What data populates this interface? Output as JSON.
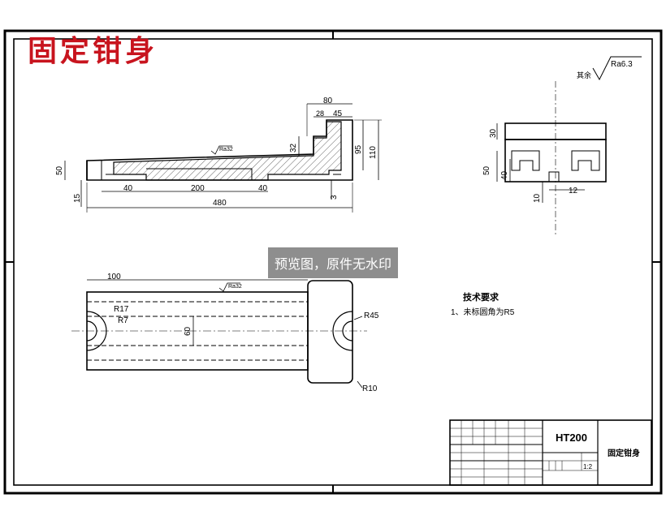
{
  "title": "固定钳身",
  "watermark": "预览图，原件无水印",
  "roughness": {
    "prefix": "其余",
    "value": "Ra6.3",
    "local": "Ra32"
  },
  "front_view": {
    "dims": {
      "total_len": "480",
      "top_w": "80",
      "step_w": "45",
      "step_a": "28",
      "h110": "110",
      "h95": "95",
      "h32": "32",
      "h50": "50",
      "h15": "15",
      "w40a": "40",
      "w200": "200",
      "w40b": "40",
      "h3": "3"
    }
  },
  "side_view": {
    "dims": {
      "h30": "30",
      "h50": "50",
      "h40": "40",
      "h10": "10",
      "w12": "12"
    }
  },
  "top_view": {
    "dims": {
      "w100": "100",
      "r17": "R17",
      "r7": "R7",
      "r45": "R45",
      "w60": "60",
      "r10": "R10"
    }
  },
  "notes": {
    "heading": "技术要求",
    "item1": "1、未标圆角为R5"
  },
  "title_block": {
    "material": "HT200",
    "name": "固定钳身",
    "scale": "1:2"
  }
}
